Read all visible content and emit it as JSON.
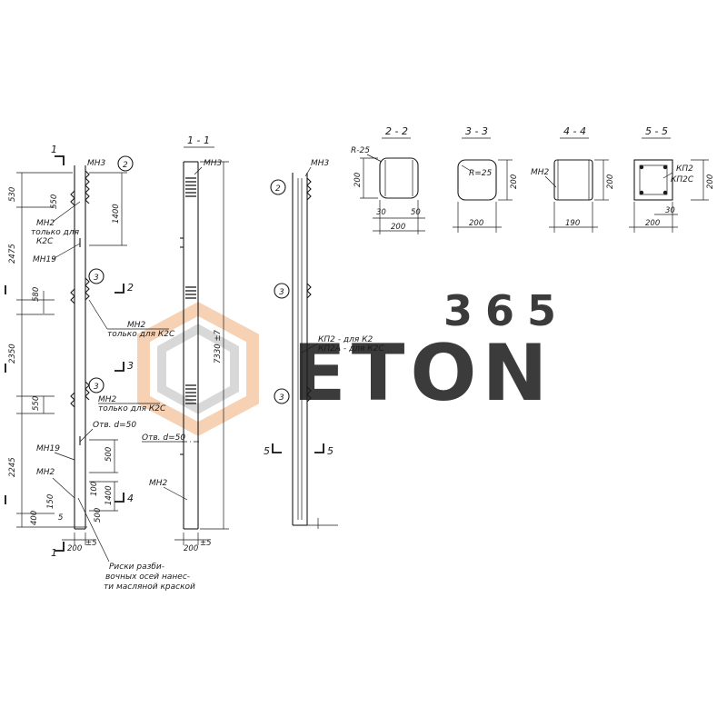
{
  "watermark": {
    "top_text": "365",
    "main_text": "ETON",
    "colors": {
      "orange": "#f6c9a6",
      "gray": "#d2d2d2"
    }
  },
  "section_titles": {
    "s11": "1 - 1",
    "s22": "2 - 2",
    "s33": "3 - 3",
    "s44": "4 - 4",
    "s55": "5 - 5"
  },
  "cut_marks": {
    "c1_top": "1",
    "c1_bottom": "1",
    "c2": "2",
    "c3": "3",
    "c4": "4",
    "c5_left": "5",
    "c5_right": "5"
  },
  "circle_labels": [
    "2",
    "3",
    "3",
    "2",
    "3",
    "3"
  ],
  "front_view": {
    "labels": {
      "mn3": "МН3",
      "mn2_a_line1": "МН2",
      "mn2_a_line2": "только для",
      "mn2_a_line3": "К2С",
      "mn19_a": "МН19",
      "mn2_b_line1": "МН2",
      "mn2_b_line2": "только для  К2С",
      "mn2_c_line1": "МН2",
      "mn2_c_line2": "только для  К2С",
      "hole_a": "Отв. d=50",
      "mn19_b": "МН19",
      "mn2_d": "МН2",
      "notes_line1": "Риски разби-",
      "notes_line2": "вочных осей нанес-",
      "notes_line3": "ти масляной краской"
    },
    "dims": {
      "d530": "530",
      "d550_a": "550",
      "d2475": "2475",
      "d1400_a": "1400",
      "d580": "580",
      "d2350": "2350",
      "d550_b": "550",
      "d2245": "2245",
      "d500_a": "500",
      "d100": "100",
      "d1400_b": "1400",
      "d150": "150",
      "d400": "400",
      "d5": "5",
      "d500_b": "500",
      "d200": "200",
      "d_pm5": "±5"
    }
  },
  "section_1_1": {
    "labels": {
      "mn3": "МН3",
      "hole": "Отв. d=50",
      "mn2": "МН2"
    },
    "dims": {
      "height": "7330 ±7",
      "width": "200",
      "tol": "±5"
    }
  },
  "rebar_view": {
    "labels": {
      "mn3": "МН3",
      "kp_line1": "КП2 - для К2",
      "kp_line2": "КП2А - для К2С"
    }
  },
  "cross_sections": {
    "s22": {
      "radius": "R-25",
      "side": "200",
      "c30": "30",
      "c50": "50",
      "bottom": "200"
    },
    "s33": {
      "radius": "R=25",
      "side": "200",
      "bottom": "200"
    },
    "s44": {
      "mark": "МН2",
      "side": "200",
      "bottom": "190"
    },
    "s55": {
      "kp_line1": "КП2",
      "kp_line2": "КП2С",
      "side": "200",
      "c30": "30",
      "bottom": "200"
    }
  }
}
